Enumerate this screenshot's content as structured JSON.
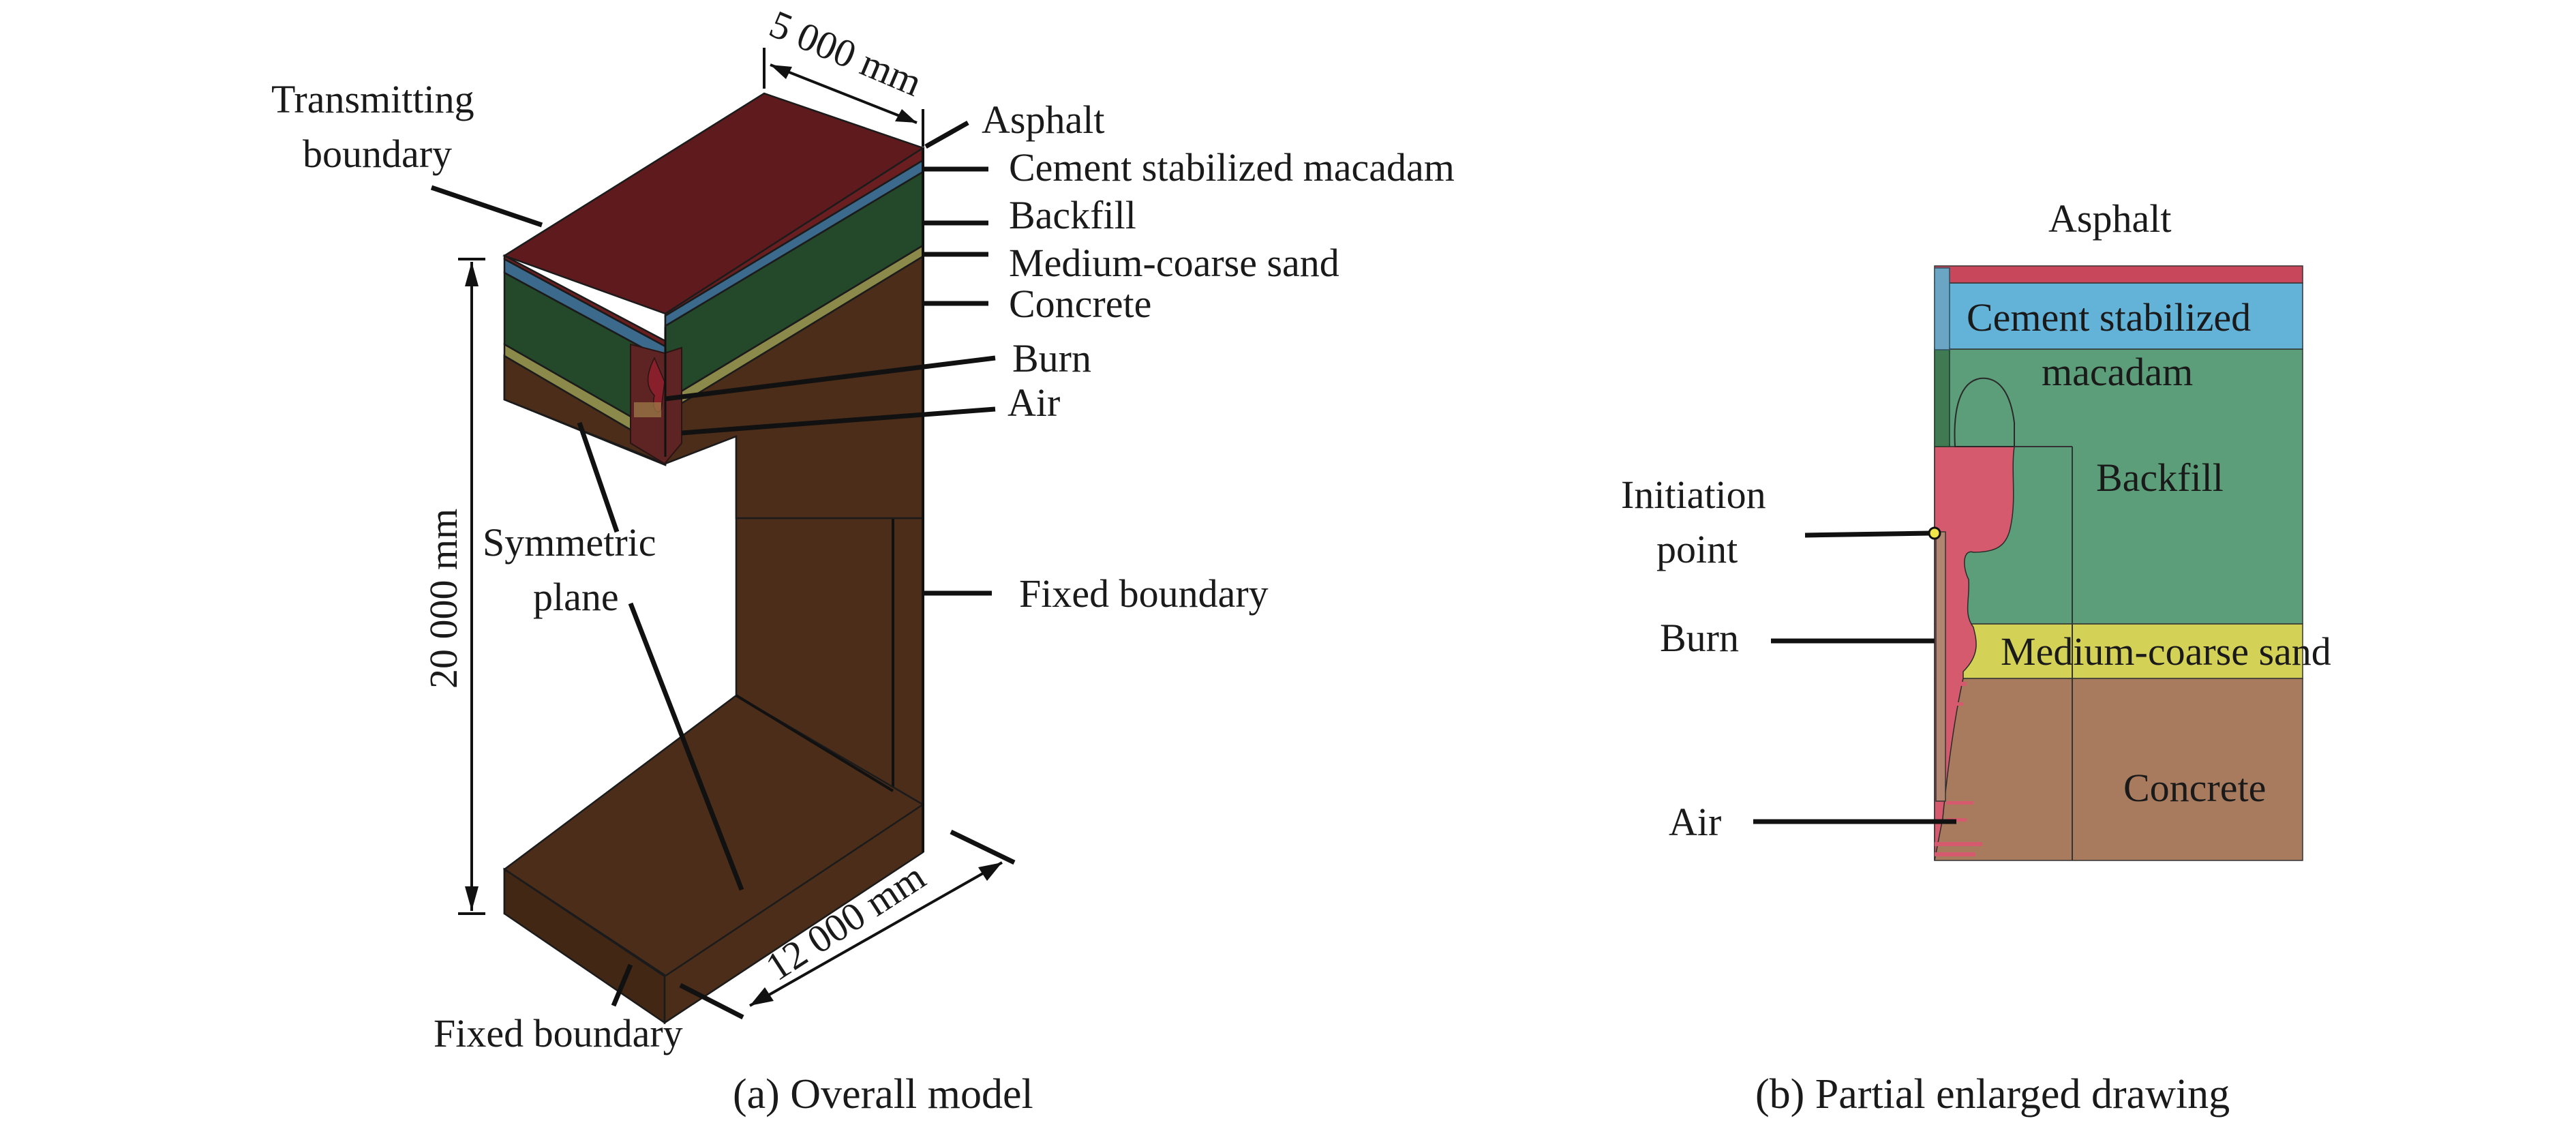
{
  "figure_a": {
    "caption": "(a) Overall model",
    "dimensions": {
      "width": "5 000 mm",
      "height": "20 000 mm",
      "length": "12 000 mm"
    },
    "labels": {
      "transmitting_boundary_1": "Transmitting",
      "transmitting_boundary_2": "boundary",
      "asphalt": "Asphalt",
      "cement": "Cement stabilized macadam",
      "backfill": "Backfill",
      "sand": "Medium-coarse sand",
      "concrete": "Concrete",
      "burn": "Burn",
      "air": "Air",
      "symmetric_1": "Symmetric",
      "symmetric_2": "plane",
      "fixed_right": "Fixed boundary",
      "fixed_bottom": "Fixed boundary"
    },
    "colors": {
      "asphalt": "#5e1a1c",
      "cement": "#3b6a8c",
      "backfill": "#23482a",
      "sand": "#8c8a4a",
      "concrete": "#4d2e1a"
    }
  },
  "figure_b": {
    "caption": "(b) Partial enlarged drawing",
    "labels": {
      "asphalt": "Asphalt",
      "cement_1": "Cement stabilized",
      "cement_2": "macadam",
      "backfill": "Backfill",
      "sand": "Medium-coarse sand",
      "concrete": "Concrete",
      "initiation_1": "Initiation",
      "initiation_2": "point",
      "burn": "Burn",
      "air": "Air"
    },
    "colors": {
      "asphalt": "#c8475a",
      "cement": "#63b2d8",
      "backfill": "#5b9e79",
      "sand": "#d4d157",
      "concrete": "#a87b5f",
      "burn": "#d65a6d",
      "initiation_point": "#f0e64a"
    }
  }
}
